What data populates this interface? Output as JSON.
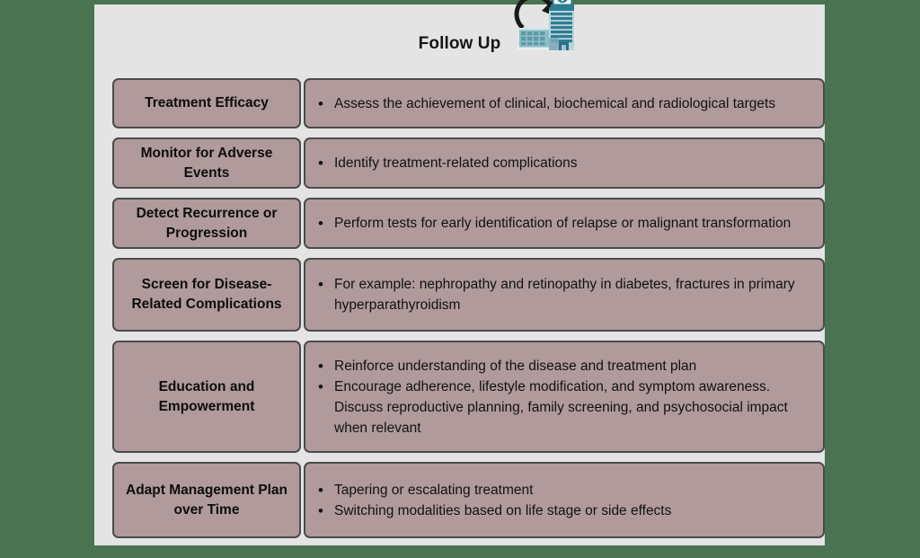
{
  "slide": {
    "background_color": "#e4e4e4",
    "canvas_color": "#4a7352",
    "box_fill": "#b09a9b",
    "box_border": "#4b4b4b",
    "text_color": "#121212"
  },
  "header": {
    "title": "Follow Up",
    "icon": "hospital-followup-icon"
  },
  "table": {
    "rows": [
      {
        "label": "Treatment Efficacy",
        "bullets": [
          "Assess the achievement of clinical, biochemical and radiological targets"
        ]
      },
      {
        "label": "Monitor for Adverse Events",
        "bullets": [
          "Identify treatment-related complications"
        ]
      },
      {
        "label": "Detect Recurrence or Progression",
        "bullets": [
          "Perform tests for early identification of relapse or malignant transformation"
        ]
      },
      {
        "label": "Screen for Disease-Related Complications",
        "bullets": [
          "For example: nephropathy and retinopathy in diabetes, fractures in primary hyperparathyroidism"
        ]
      },
      {
        "label": "Education and Empowerment",
        "bullets": [
          "Reinforce understanding of the disease and treatment plan",
          "Encourage adherence, lifestyle modification, and symptom awareness. Discuss reproductive planning, family screening, and psychosocial impact when relevant"
        ]
      },
      {
        "label": "Adapt Management Plan over Time",
        "bullets": [
          "Tapering or escalating treatment",
          "Switching modalities based on life stage or side effects"
        ]
      }
    ],
    "bullet_glyph": "•"
  }
}
